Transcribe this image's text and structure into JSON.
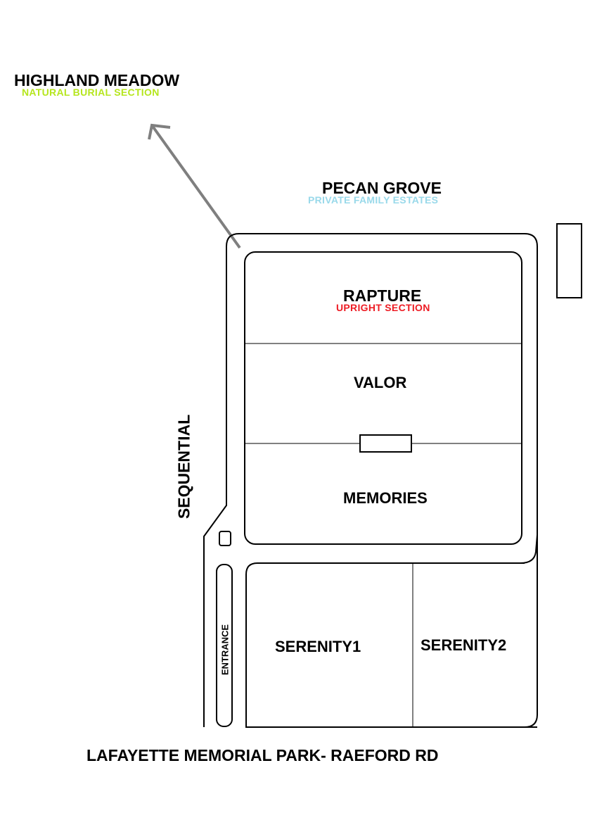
{
  "map": {
    "north_area": {
      "name": "HIGHLAND MEADOW",
      "subtitle": "NATURAL BURIAL SECTION",
      "subtitle_color": "#b5e61d"
    },
    "top_area": {
      "name": "PECAN GROVE",
      "subtitle": "PRIVATE FAMILY ESTATES",
      "subtitle_color": "#99d9ea"
    },
    "sections": {
      "rapture": {
        "name": "RAPTURE",
        "subtitle": "UPRIGHT SECTION",
        "subtitle_color": "#ed1c24"
      },
      "valor": {
        "name": "VALOR"
      },
      "memories": {
        "name": "MEMORIES"
      },
      "serenity1": {
        "name": "SERENITY1"
      },
      "serenity2": {
        "name": "SERENITY2"
      }
    },
    "road_labels": {
      "sequential": "SEQUENTIAL",
      "entrance": "ENTRANCE"
    },
    "footer": "LAFAYETTE MEMORIAL PARK- RAEFORD RD",
    "icons": [
      "arrow-icon"
    ]
  }
}
